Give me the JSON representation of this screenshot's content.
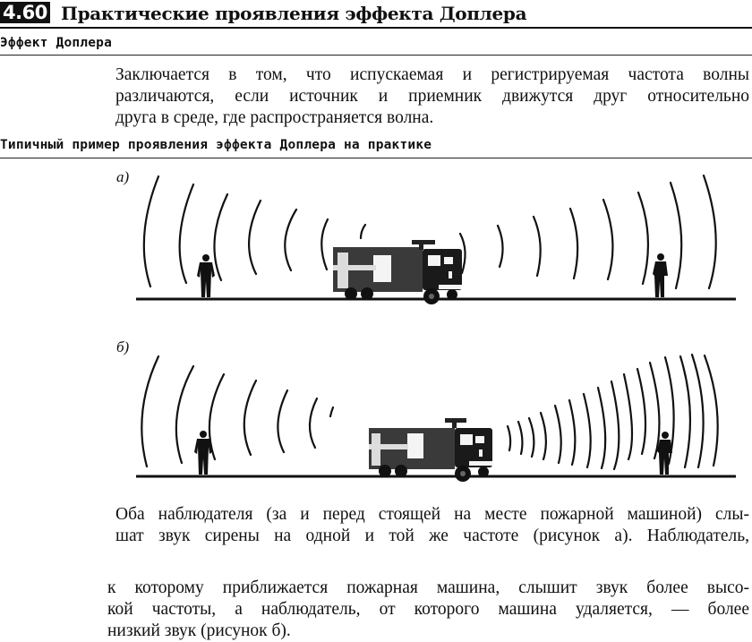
{
  "header": {
    "section_number": "4.60",
    "title": "Практические проявления эффекта Доплера"
  },
  "definition": {
    "heading": "Эффект Доплера",
    "lines": [
      "Заключается в том, что испускаемая и регистрируемая частота волны",
      "различаются, если источник и приемник движутся друг относительно",
      "друга в среде, где распространяется волна."
    ]
  },
  "example": {
    "heading": "Типичный пример проявления эффекта Доплера на практике"
  },
  "figures": [
    {
      "label": "а)",
      "description": "Пожарная машина стоит на месте; звуковые волны расходятся симметрично к двум наблюдателям",
      "icons": [
        "observer-left-icon",
        "fire-truck-icon",
        "observer-right-icon",
        "sound-wave-icon"
      ]
    },
    {
      "label": "б)",
      "description": "Пожарная машина движется вправо; волны сжаты впереди и растянуты сзади",
      "icons": [
        "observer-left-icon",
        "fire-truck-icon",
        "observer-right-icon",
        "sound-wave-icon"
      ]
    }
  ],
  "explanation": {
    "part1": [
      "Оба наблюдателя (за и перед стоящей на месте пожарной машиной) слы-",
      "шат звук сирены на одной и той же частоте (рисунок а). Наблюдатель,"
    ],
    "part2": [
      "к которому приближается пожарная машина, слышит звук более высо-",
      "кой частоты, а наблюдатель, от которого машина удаляется, — более",
      "низкий звук (рисунок б)."
    ]
  }
}
